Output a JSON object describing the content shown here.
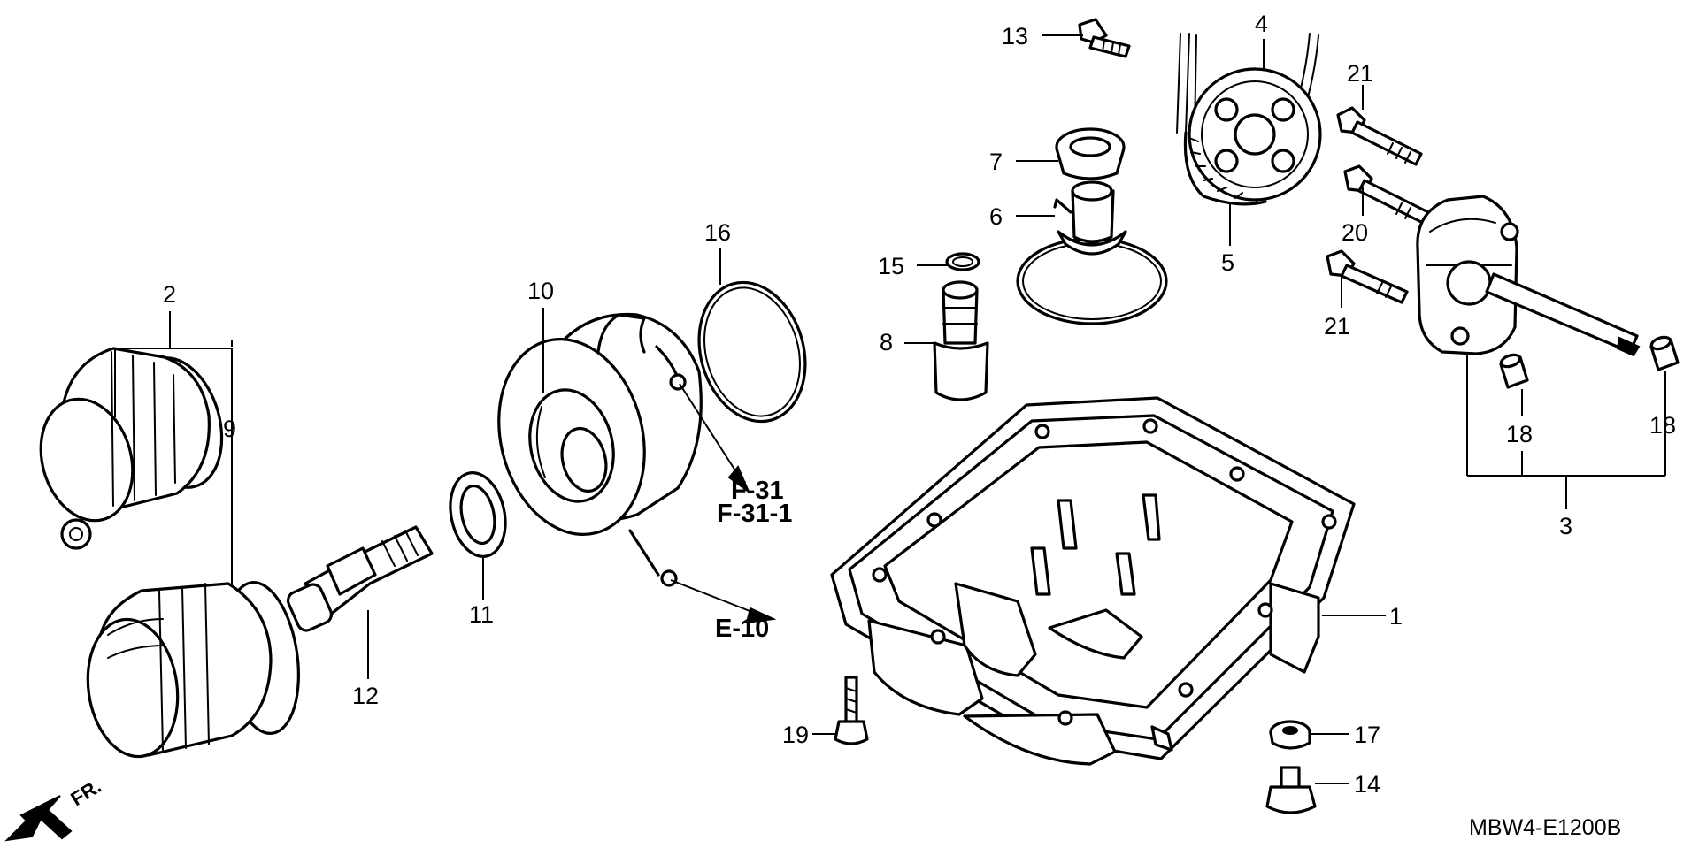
{
  "diagram": {
    "callouts": [
      {
        "id": "c1",
        "label": "1"
      },
      {
        "id": "c2",
        "label": "2"
      },
      {
        "id": "c3",
        "label": "3"
      },
      {
        "id": "c4",
        "label": "4"
      },
      {
        "id": "c5",
        "label": "5"
      },
      {
        "id": "c6",
        "label": "6"
      },
      {
        "id": "c7",
        "label": "7"
      },
      {
        "id": "c8",
        "label": "8"
      },
      {
        "id": "c9",
        "label": "9"
      },
      {
        "id": "c10",
        "label": "10"
      },
      {
        "id": "c11",
        "label": "11"
      },
      {
        "id": "c12",
        "label": "12"
      },
      {
        "id": "c13",
        "label": "13"
      },
      {
        "id": "c14",
        "label": "14"
      },
      {
        "id": "c15",
        "label": "15"
      },
      {
        "id": "c16",
        "label": "16"
      },
      {
        "id": "c17",
        "label": "17"
      },
      {
        "id": "c18a",
        "label": "18"
      },
      {
        "id": "c18b",
        "label": "18"
      },
      {
        "id": "c19",
        "label": "19"
      },
      {
        "id": "c20",
        "label": "20"
      },
      {
        "id": "c21a",
        "label": "21"
      },
      {
        "id": "c21b",
        "label": "21"
      }
    ],
    "references": [
      {
        "id": "ref-f31",
        "label": "F-31"
      },
      {
        "id": "ref-f31-1",
        "label": "F-31-1"
      },
      {
        "id": "ref-e10",
        "label": "E-10"
      }
    ],
    "direction_label": "FR.",
    "drawing_code": "MBW4-E1200B"
  }
}
